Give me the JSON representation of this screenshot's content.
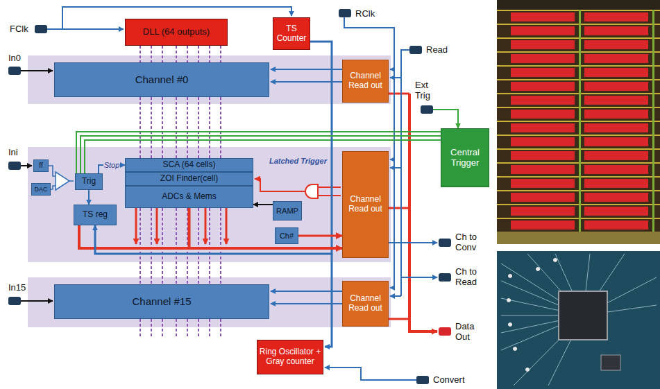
{
  "diagram": {
    "nodes": [
      {
        "text": [
          "DLL (64 outputs)"
        ]
      },
      {
        "text": [
          "TS Counter"
        ]
      },
      {
        "text": [
          "Channel #0"
        ]
      },
      {
        "text": [
          "Channel Read out"
        ]
      },
      {
        "text": [
          "Central Trigger"
        ]
      },
      {
        "text": [
          "ff"
        ]
      },
      {
        "text": [
          "DAC"
        ]
      },
      {
        "text": [
          "Trig"
        ]
      },
      {
        "text": [
          "TS reg"
        ]
      },
      {
        "text": [
          "SCA (64 cells)"
        ]
      },
      {
        "text": [
          "ZOI Finder(cell)"
        ]
      },
      {
        "text": [
          "ADCs & Mems"
        ]
      },
      {
        "text": [
          "RAMP"
        ]
      },
      {
        "text": [
          "Ch#"
        ]
      },
      {
        "text": [
          "Channel Read out"
        ]
      },
      {
        "text": [
          "Channel #15"
        ]
      },
      {
        "text": [
          "Channel Read out"
        ]
      },
      {
        "text": [
          "Ring Oscillator + Gray counter"
        ]
      }
    ],
    "edges": [
      {
        "from": 0,
        "to": 2,
        "arrow": "none"
      },
      {
        "from": 1,
        "to": 8,
        "arrow": "to"
      },
      {
        "from": 7,
        "to": 8,
        "arrow": "to"
      },
      {
        "from": 7,
        "to": 9,
        "label": "Stop",
        "arrow": "to"
      },
      {
        "from": 7,
        "to": 4,
        "arrow": "none"
      },
      {
        "from": 12,
        "to": 11,
        "arrow": "to"
      },
      {
        "from": 13,
        "to": 14,
        "arrow": "to"
      },
      {
        "from": 11,
        "to": 14,
        "arrow": "to"
      }
    ],
    "labels": [
      "FClk",
      "RClk",
      "Read",
      "Ext Trig",
      "In0",
      "Ini",
      "Latched Trigger",
      "Ch to Conv",
      "Ch to Read",
      "In15",
      "Data Out",
      "Convert"
    ]
  }
}
